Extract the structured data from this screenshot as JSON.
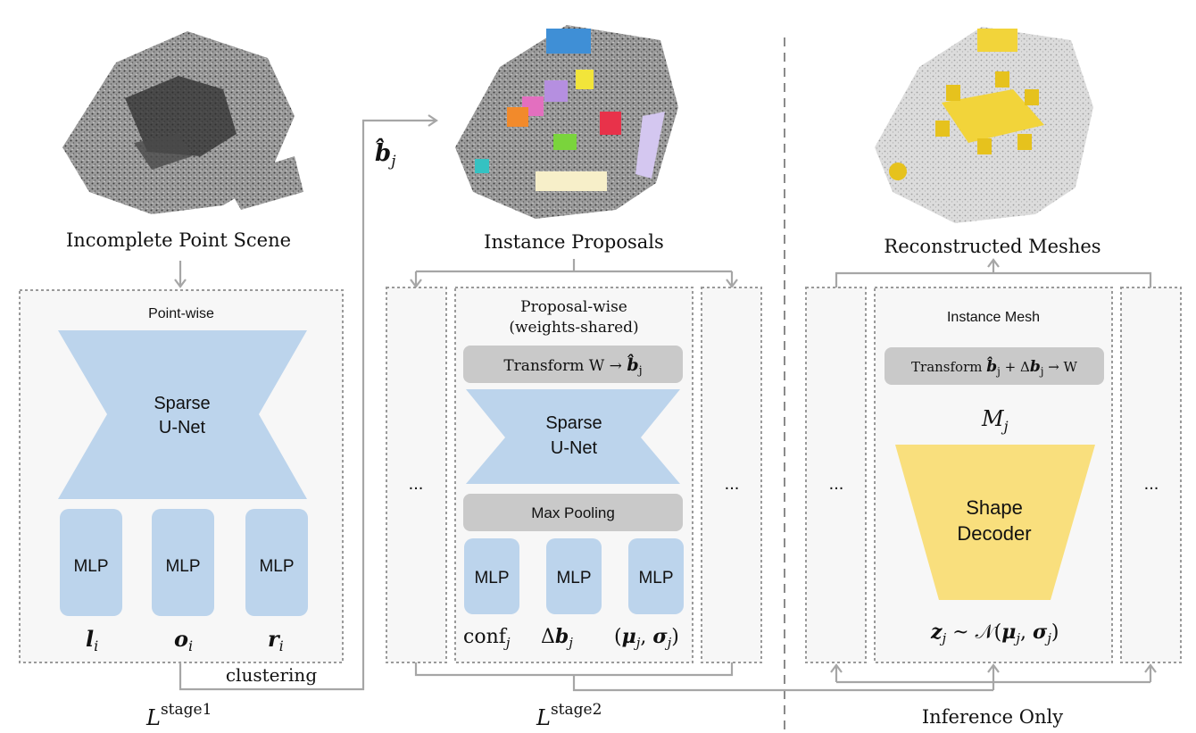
{
  "colors": {
    "blue_block": "#bcd4ec",
    "grey_block": "#c9c9c9",
    "shape_decoder": "#f9df7d",
    "frame_fill": "#f7f7f7",
    "frame_stroke": "#9a9a9a",
    "arrow": "#a6a6a6",
    "instance_colors": [
      "#3f8fd6",
      "#f2e53a",
      "#e36fbf",
      "#f28a2b",
      "#7ad43c",
      "#e8324a",
      "#35c2c2",
      "#b58fe0",
      "#f7efc9"
    ]
  },
  "scenes": {
    "incomplete_label": "Incomplete Point Scene",
    "proposals_label": "Instance Proposals",
    "reconstructed_label": "Reconstructed Meshes"
  },
  "stage1": {
    "title": "Point-wise",
    "unet_line1": "Sparse",
    "unet_line2": "U-Net",
    "mlp_label": "MLP",
    "outputs": {
      "l_sym": "l",
      "l_sub": "i",
      "o_sym": "o",
      "o_sub": "i",
      "r_sym": "r",
      "r_sub": "i"
    },
    "clustering_label": "clustering",
    "loss_base": "L",
    "loss_sup": "stage1"
  },
  "stage2": {
    "title_line1": "Proposal-wise",
    "title_line2": "(weights-shared)",
    "transform_label": "Transform W → ",
    "transform_sym": "b̂",
    "transform_sub": "j",
    "unet_line1": "Sparse",
    "unet_line2": "U-Net",
    "maxpool_label": "Max Pooling",
    "mlp_label": "MLP",
    "out_conf": "conf",
    "out_conf_sub": "j",
    "out_delta": "Δ",
    "out_delta_sym": "b",
    "out_delta_sub": "j",
    "out_mu_open": "(",
    "out_mu": "μ",
    "out_mu_sub": "j",
    "out_sigma_sep": ", ",
    "out_sigma": "σ",
    "out_sigma_sub": "j",
    "out_close": ")",
    "ellipsis": "...",
    "loss_base": "L",
    "loss_sup": "stage2",
    "bhat_sym": "b̂",
    "bhat_sub": "j"
  },
  "inference": {
    "title": "Instance Mesh",
    "transform_prefix": "Transform ",
    "transform_b": "b̂",
    "transform_b_sub": "j",
    "transform_plus": " + Δ",
    "transform_db": "b",
    "transform_db_sub": "j",
    "transform_to": " → W",
    "mesh_sym": "M",
    "mesh_sub": "j",
    "decoder_line1": "Shape",
    "decoder_line2": "Decoder",
    "z_sym": "z",
    "z_sub": "j",
    "z_tilde": " ~ 𝒩(",
    "z_mu": "μ",
    "z_mu_sub": "j",
    "z_sep": ", ",
    "z_sigma": "σ",
    "z_sigma_sub": "j",
    "z_close": ")",
    "ellipsis": "...",
    "label": "Inference Only"
  }
}
